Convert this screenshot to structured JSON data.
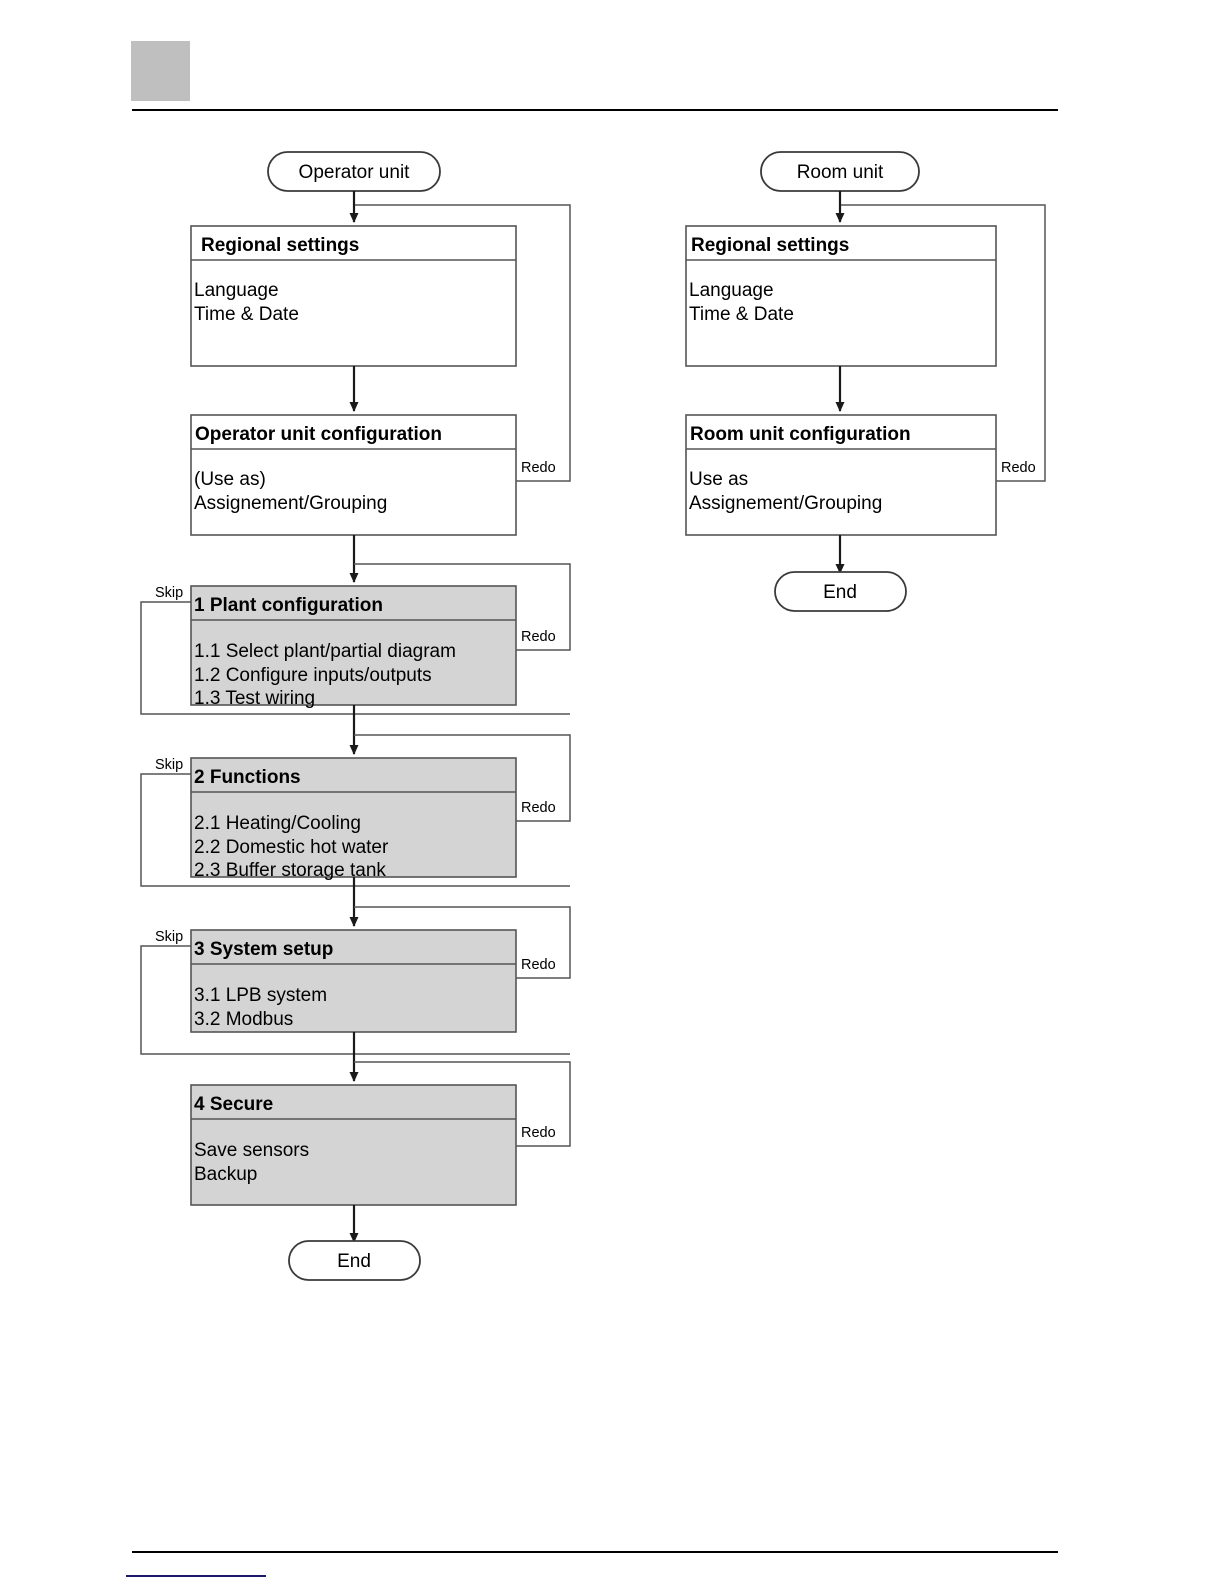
{
  "page": {
    "background": "#ffffff",
    "header_block_color": "#bfbfbf",
    "rule_color": "#000000",
    "footnote_rule_color": "#1a1a66"
  },
  "colors": {
    "shaded_box_fill": "#d4d4d4",
    "plain_box_fill": "#ffffff",
    "box_stroke": "#555555",
    "connector_stroke": "#1a1a1a"
  },
  "diagram": {
    "type": "flowchart",
    "columns": [
      {
        "id": "operator-unit",
        "start_label": "Operator unit",
        "end_label": "End",
        "nodes": [
          {
            "id": "regional-settings",
            "title": "Regional settings",
            "items": [
              "Language",
              "Time & Date"
            ],
            "shaded": false,
            "redo_label": "Redo",
            "skip_label": ""
          },
          {
            "id": "operator-unit-configuration",
            "title": "Operator unit configuration",
            "items": [
              "(Use as)",
              "Assignement/Grouping"
            ],
            "shaded": false,
            "redo_label": "Redo",
            "skip_label": ""
          },
          {
            "id": "plant-configuration",
            "title": "1 Plant configuration",
            "items": [
              "1.1 Select plant/partial diagram",
              "1.2 Configure inputs/outputs",
              "1.3 Test wiring"
            ],
            "shaded": true,
            "redo_label": "Redo",
            "skip_label": "Skip"
          },
          {
            "id": "functions",
            "title": "2 Functions",
            "items": [
              "2.1 Heating/Cooling",
              "2.2 Domestic hot water",
              "2.3 Buffer storage tank"
            ],
            "shaded": true,
            "redo_label": "Redo",
            "skip_label": "Skip"
          },
          {
            "id": "system-setup",
            "title": "3 System setup",
            "items": [
              "3.1 LPB system",
              "3.2 Modbus"
            ],
            "shaded": true,
            "redo_label": "Redo",
            "skip_label": "Skip"
          },
          {
            "id": "secure",
            "title": "4 Secure",
            "items": [
              "Save sensors",
              "Backup"
            ],
            "shaded": true,
            "redo_label": "Redo",
            "skip_label": ""
          }
        ]
      },
      {
        "id": "room-unit",
        "start_label": "Room unit",
        "end_label": "End",
        "nodes": [
          {
            "id": "regional-settings-room",
            "title": "Regional settings",
            "items": [
              "Language",
              "Time & Date"
            ],
            "shaded": false,
            "redo_label": "Redo",
            "skip_label": ""
          },
          {
            "id": "room-unit-configuration",
            "title": "Room unit configuration",
            "items": [
              "Use as",
              "Assignement/Grouping"
            ],
            "shaded": false,
            "redo_label": "Redo",
            "skip_label": ""
          }
        ]
      }
    ]
  }
}
